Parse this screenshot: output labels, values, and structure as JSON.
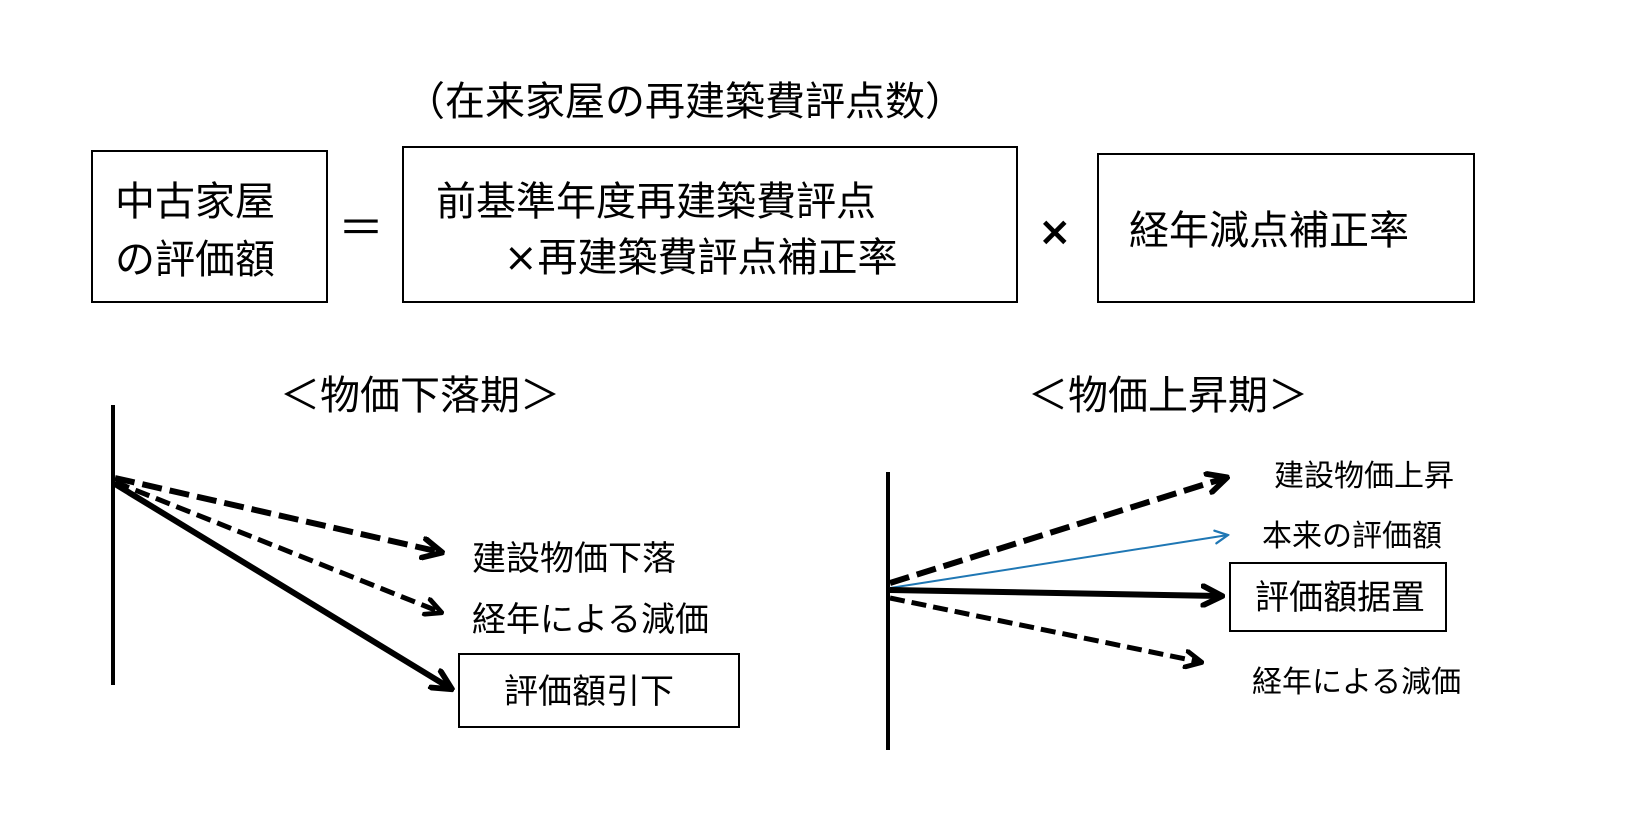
{
  "formula": {
    "caption": "（在来家屋の再建築費評点数）",
    "result_box": {
      "line1": "中古家屋",
      "line2": "の評価額"
    },
    "equals": "＝",
    "rebuild_box": {
      "line1": "前基準年度再建築費評点",
      "line2": "×再建築費評点補正率"
    },
    "times": "×",
    "depreciation_box": {
      "text": "経年減点補正率"
    }
  },
  "panels": {
    "falling": {
      "title": "＜物価下落期＞",
      "labels": {
        "construction_price": "建設物価下落",
        "aging": "経年による減価",
        "result": "評価額引下"
      }
    },
    "rising": {
      "title": "＜物価上昇期＞",
      "labels": {
        "construction_price": "建設物価上昇",
        "original": "本来の評価額",
        "result": "評価額据置",
        "aging": "経年による減価"
      }
    }
  },
  "colors": {
    "line": "#000000",
    "original_value_arrow": "#1f77b4"
  }
}
